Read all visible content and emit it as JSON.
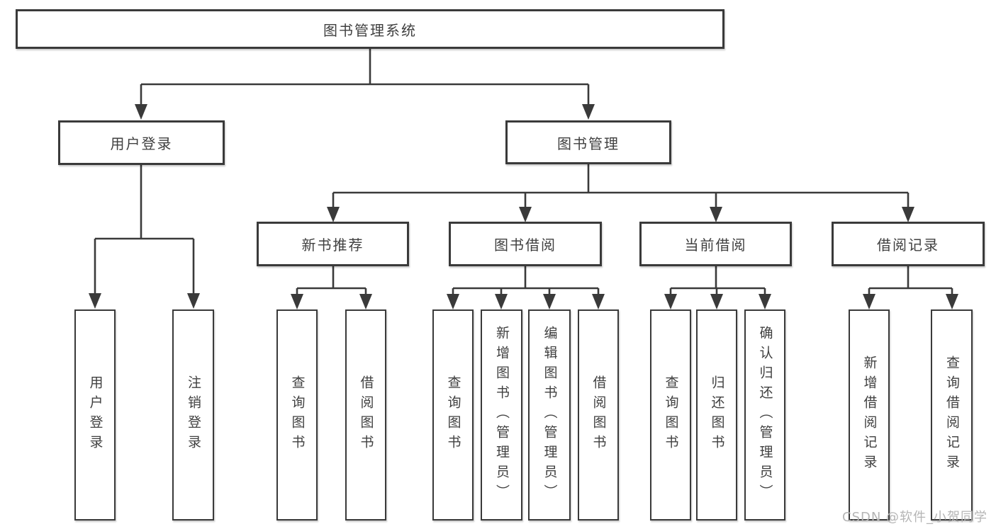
{
  "colors": {
    "background": "#ffffff",
    "line": "#3a3a3a",
    "box_border": "#3a3a3a",
    "text": "#404040",
    "watermark": "#b5b5b5"
  },
  "diagram": {
    "root": {
      "label": "图书管理系统"
    },
    "branches": [
      {
        "label": "用户登录",
        "children": [
          {
            "label": "用户登录"
          },
          {
            "label": "注销登录"
          }
        ]
      },
      {
        "label": "图书管理",
        "children": [
          {
            "label": "新书推荐",
            "children": [
              {
                "label": "查询图书"
              },
              {
                "label": "借阅图书"
              }
            ]
          },
          {
            "label": "图书借阅",
            "children": [
              {
                "label": "查询图书"
              },
              {
                "label": "新增图书（管理员）"
              },
              {
                "label": "编辑图书（管理员）"
              },
              {
                "label": "借阅图书"
              }
            ]
          },
          {
            "label": "当前借阅",
            "children": [
              {
                "label": "查询图书"
              },
              {
                "label": "归还图书"
              },
              {
                "label": "确认归还（管理员）"
              }
            ]
          },
          {
            "label": "借阅记录",
            "children": [
              {
                "label": "新增借阅记录"
              },
              {
                "label": "查询借阅记录"
              }
            ]
          }
        ]
      }
    ]
  },
  "watermark": {
    "text": "CSDN @软件_小贺同学"
  }
}
